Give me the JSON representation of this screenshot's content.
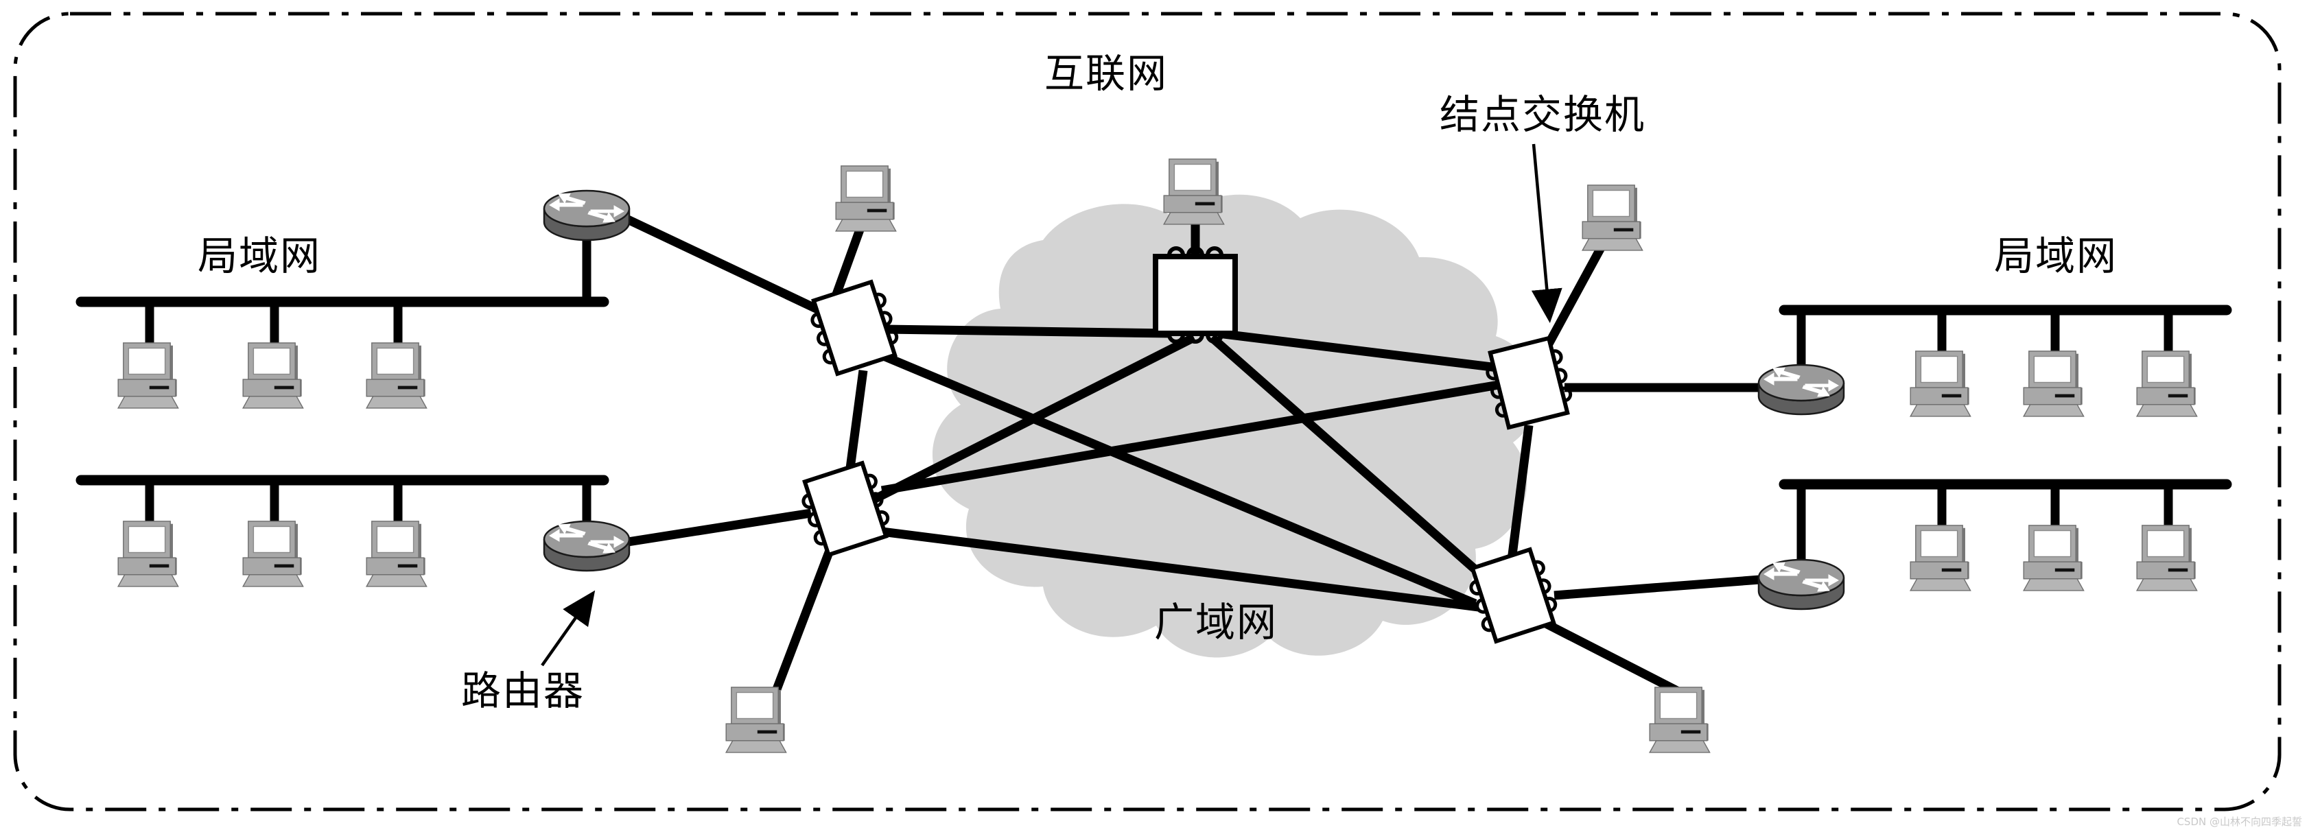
{
  "diagram": {
    "title_top": "互联网",
    "labels": {
      "internet": "互联网",
      "node_switch": "结点交换机",
      "lan_left_top": "局域网",
      "lan_right_top": "局域网",
      "wan": "广域网",
      "router": "路由器"
    },
    "watermark": "CSDN @山林不向四季起誓",
    "colors": {
      "outline": "#000000",
      "cloud": "#d4d4d4",
      "router_top": "#9a9a9a",
      "router_body": "#5e5e5e",
      "pc_body": "#a8a8a8",
      "pc_screen": "#ffffff",
      "pc_shadow": "#787878",
      "switch_fill": "#ffffff",
      "background": "#ffffff",
      "watermark": "#c9c9c9"
    },
    "outer_frame": {
      "style": "dash-dot",
      "rounded": true
    },
    "legend_annotations": [
      {
        "name": "node-switch-callout",
        "text": "结点交换机",
        "points_to": "switch-right-upper"
      },
      {
        "name": "router-callout",
        "text": "路由器",
        "points_to": "router-left-lower"
      }
    ],
    "topology": {
      "clouds": [
        {
          "id": "wan-cloud",
          "label": "广域网"
        }
      ],
      "node_switches": [
        {
          "id": "sw-top-center",
          "orientation": "upright"
        },
        {
          "id": "sw-left-upper",
          "orientation": "tilted"
        },
        {
          "id": "sw-left-lower",
          "orientation": "tilted"
        },
        {
          "id": "sw-right-upper",
          "orientation": "tilted"
        },
        {
          "id": "sw-right-lower",
          "orientation": "tilted"
        }
      ],
      "routers": [
        {
          "id": "router-left-upper"
        },
        {
          "id": "router-left-lower"
        },
        {
          "id": "router-right-upper"
        },
        {
          "id": "router-right-lower"
        }
      ],
      "lans": [
        {
          "id": "lan-left-top",
          "label": "局域网",
          "hosts": 3
        },
        {
          "id": "lan-left-bottom",
          "label": "",
          "hosts": 3
        },
        {
          "id": "lan-right-top",
          "label": "局域网",
          "hosts": 3
        },
        {
          "id": "lan-right-bottom",
          "label": "",
          "hosts": 3
        }
      ],
      "wan_hosts": [
        {
          "id": "host-wan-tl"
        },
        {
          "id": "host-wan-tc"
        },
        {
          "id": "host-wan-tr"
        },
        {
          "id": "host-wan-bl"
        },
        {
          "id": "host-wan-br"
        }
      ]
    }
  }
}
